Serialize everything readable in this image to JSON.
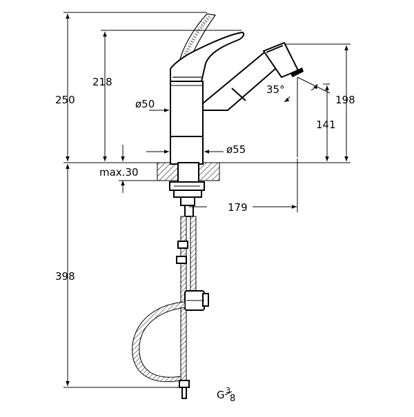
{
  "dimensions": {
    "height_total": "250",
    "height_lever": "218",
    "height_spout": "198",
    "height_spout_outlet": "141",
    "below_counter": "398",
    "body_diameter": "ø50",
    "base_diameter": "ø55",
    "max_counter": "max.30",
    "reach": "179",
    "spray_angle": "35°",
    "thread_prefix": "G",
    "thread_numerator": "3",
    "thread_denominator": "8"
  }
}
